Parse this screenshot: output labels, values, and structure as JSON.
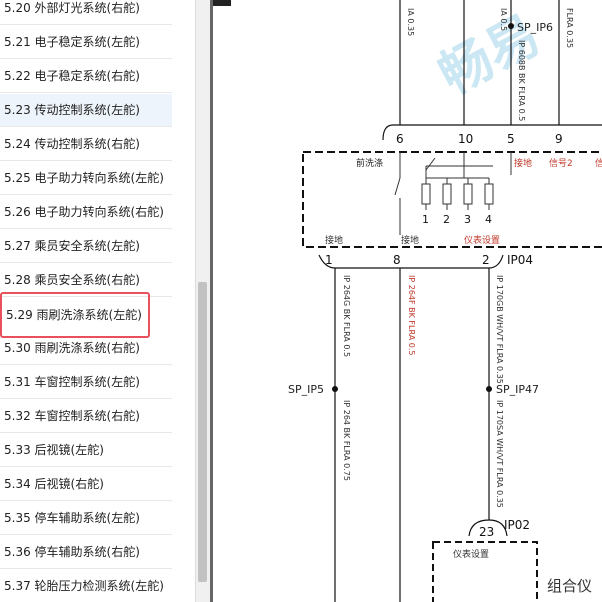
{
  "toc": {
    "items": [
      {
        "label": "5.20 外部灯光系统(右舵)"
      },
      {
        "label": "5.21 电子稳定系统(左舵)"
      },
      {
        "label": "5.22 电子稳定系统(右舵)"
      },
      {
        "label": "5.23 传动控制系统(左舵)"
      },
      {
        "label": "5.24 传动控制系统(右舵)"
      },
      {
        "label": "5.25 电子助力转向系统(左舵)"
      },
      {
        "label": "5.26 电子助力转向系统(右舵)"
      },
      {
        "label": "5.27 乘员安全系统(左舵)"
      },
      {
        "label": "5.28 乘员安全系统(右舵)"
      },
      {
        "label": "5.29 雨刷洗涤系统(左舵)"
      },
      {
        "label": "5.30 雨刷洗涤系统(右舵)"
      },
      {
        "label": "5.31 车窗控制系统(左舵)"
      },
      {
        "label": "5.32 车窗控制系统(右舵)"
      },
      {
        "label": "5.33 后视镜(左舵)"
      },
      {
        "label": "5.34 后视镜(右舵)"
      },
      {
        "label": "5.35 停车辅助系统(左舵)"
      },
      {
        "label": "5.36 停车辅助系统(右舵)"
      },
      {
        "label": "5.37 轮胎压力检测系统(左舵)"
      }
    ]
  },
  "diagram": {
    "watermark": "畅易",
    "top_wires": {
      "w1": "IA 0.35",
      "w2": "SP_IP6",
      "w3": "IP 608B BK FLRA 0.5",
      "w4": "IA 0.5",
      "w5": "FLRA 0.35"
    },
    "pins_top": [
      "6",
      "10",
      "5",
      "9"
    ],
    "switch_labels": {
      "front_wash": "前洗涤",
      "ground": "接地",
      "signal2": "信号2",
      "signal_cut": "信"
    },
    "relay_numbers": [
      "1",
      "2",
      "3",
      "4"
    ],
    "bottom_labels": {
      "ground1": "接地",
      "ground2": "接地",
      "instrument": "仪表设置"
    },
    "pins_bottom": [
      "1",
      "8",
      "2"
    ],
    "connector1": "IP04",
    "wires_bottom": {
      "w1": "IP 264G BK FLRA 0.5",
      "w2": "IP 264F BK FLRA 0.5",
      "w3": "IP 170GB WH/VT FLRA 0.35",
      "w4": "IP 264 BK FLRA 0.75",
      "w5": "IP 170SA WH/VT FLRA 0.35"
    },
    "splice1": "SP_IP5",
    "splice2": "SP_IP47",
    "pin23": "23",
    "connector2": "IP02",
    "box2_label": "仪表设置",
    "component": "组合仪"
  }
}
